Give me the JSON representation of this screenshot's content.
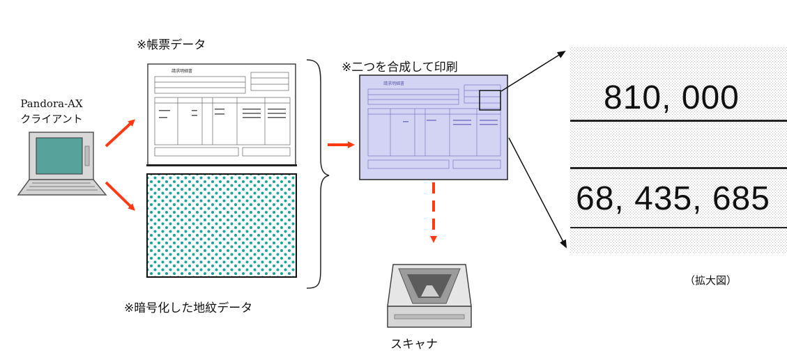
{
  "labels": {
    "client_line1": "Pandora-AX",
    "client_line2": "クライアント",
    "form_data": "※帳票データ",
    "composite_print": "※二つを合成して印刷",
    "encrypted_pattern": "※暗号化した地紋データ",
    "scanner": "スキャナ",
    "zoom_caption": "（拡大図）"
  },
  "zoom": {
    "value_top": "810, 000",
    "value_bottom": "68, 435, 685"
  },
  "form_title": "請求明細書",
  "colors": {
    "arrow": "#ff3a12",
    "pattern_dots": "#1aa59a",
    "composite_fill": "#d3d4f4",
    "composite_lines": "#7577c0",
    "dither": "#b9b9b9"
  },
  "icons": [
    "laptop-icon",
    "scanner-icon"
  ]
}
